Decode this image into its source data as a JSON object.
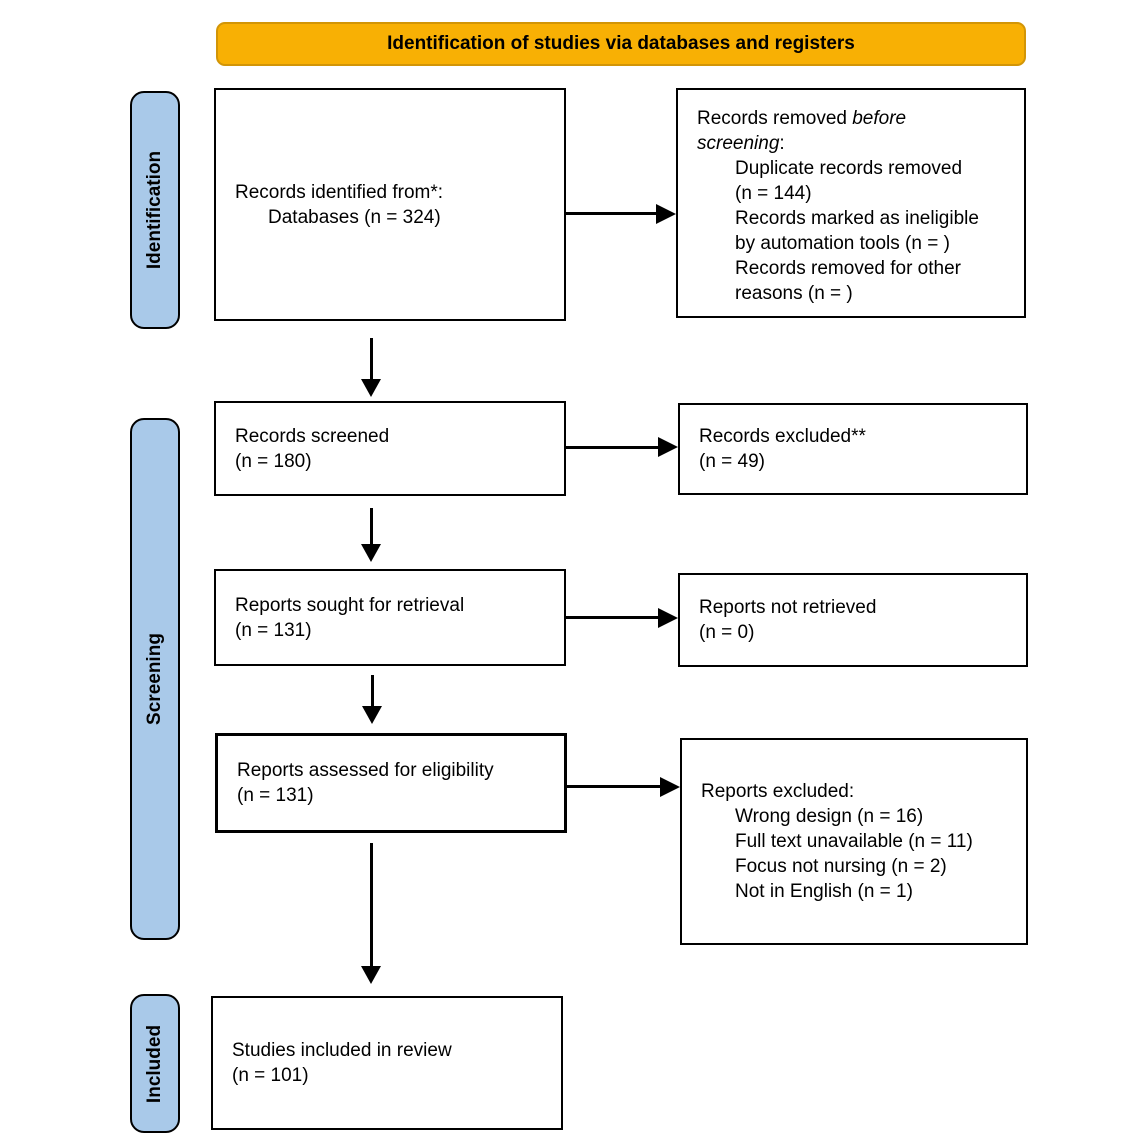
{
  "banner": {
    "label": "Identification of studies via databases and registers"
  },
  "stages": [
    {
      "id": "identification",
      "label": "Identification"
    },
    {
      "id": "screening",
      "label": "Screening"
    },
    {
      "id": "included",
      "label": "Included"
    }
  ],
  "boxes": {
    "records_identified": {
      "line1": "Records identified from*:",
      "line2": "Databases (n = 324)"
    },
    "records_removed": {
      "intro_pre": "Records removed ",
      "intro_italic": "before screening",
      "intro_post": ":",
      "items": [
        {
          "lines": [
            "Duplicate records removed",
            "(n = 144)"
          ]
        },
        {
          "lines": [
            "Records marked as ineligible",
            "by automation tools (n = )"
          ]
        },
        {
          "lines": [
            "Records removed for other",
            "reasons (n = )"
          ]
        }
      ]
    },
    "records_screened": {
      "line1": "Records screened",
      "line2": "(n = 180)"
    },
    "records_excluded": {
      "line1": "Records excluded**",
      "line2": "(n = 49)"
    },
    "reports_sought": {
      "line1": "Reports sought for retrieval",
      "line2": "(n = 131)"
    },
    "reports_not_retrieved": {
      "line1": "Reports not retrieved",
      "line2": "(n = 0)"
    },
    "reports_assessed": {
      "line1": "Reports assessed for eligibility",
      "line2": "(n = 131)"
    },
    "reports_excluded": {
      "intro": "Reports excluded:",
      "items": [
        "Wrong design (n = 16)",
        "Full text unavailable (n = 11)",
        "Focus not nursing (n = 2)",
        "Not in English (n = 1)"
      ]
    },
    "studies_included": {
      "line1": "Studies included in review",
      "line2": "(n = 101)"
    }
  },
  "colors": {
    "banner_fill": "#F8B004",
    "banner_border": "#D29507",
    "stage_fill": "#A9C9E9"
  }
}
